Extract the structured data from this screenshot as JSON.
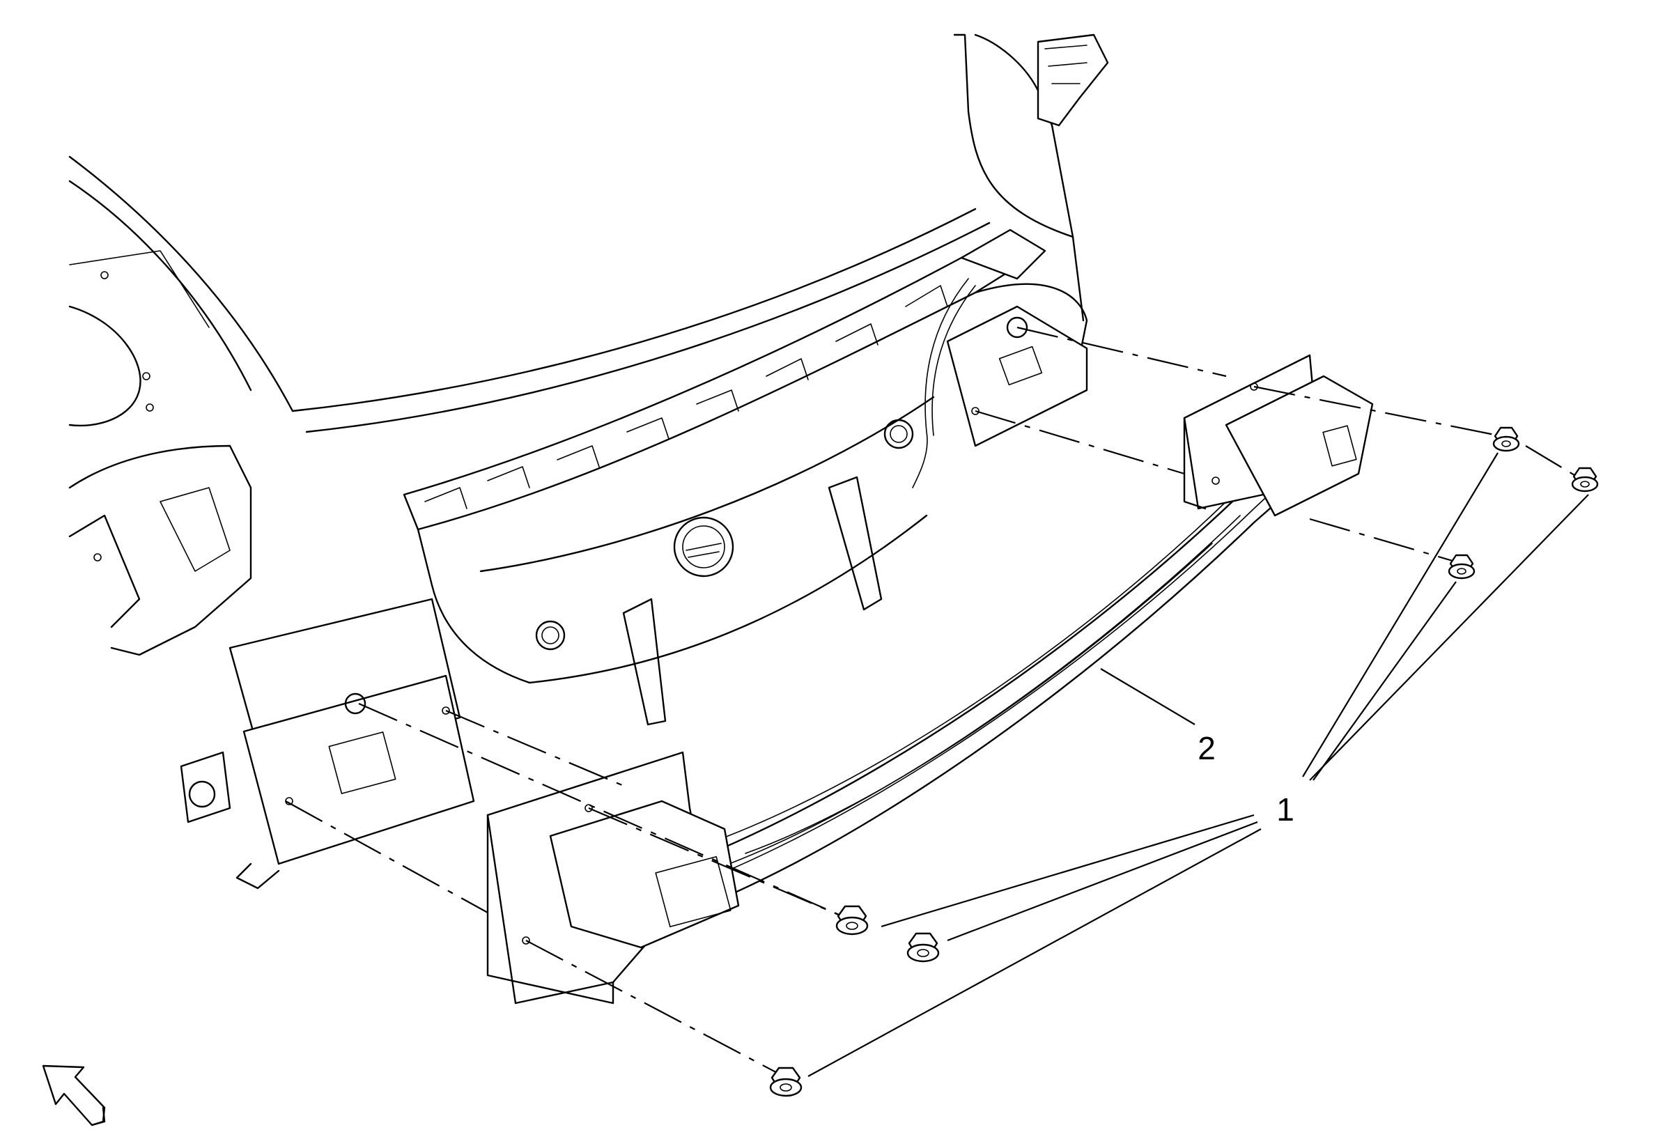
{
  "diagram": {
    "callouts": [
      {
        "id": "nuts",
        "label": "1"
      },
      {
        "id": "bumper-impact-bar",
        "label": "2"
      }
    ]
  }
}
